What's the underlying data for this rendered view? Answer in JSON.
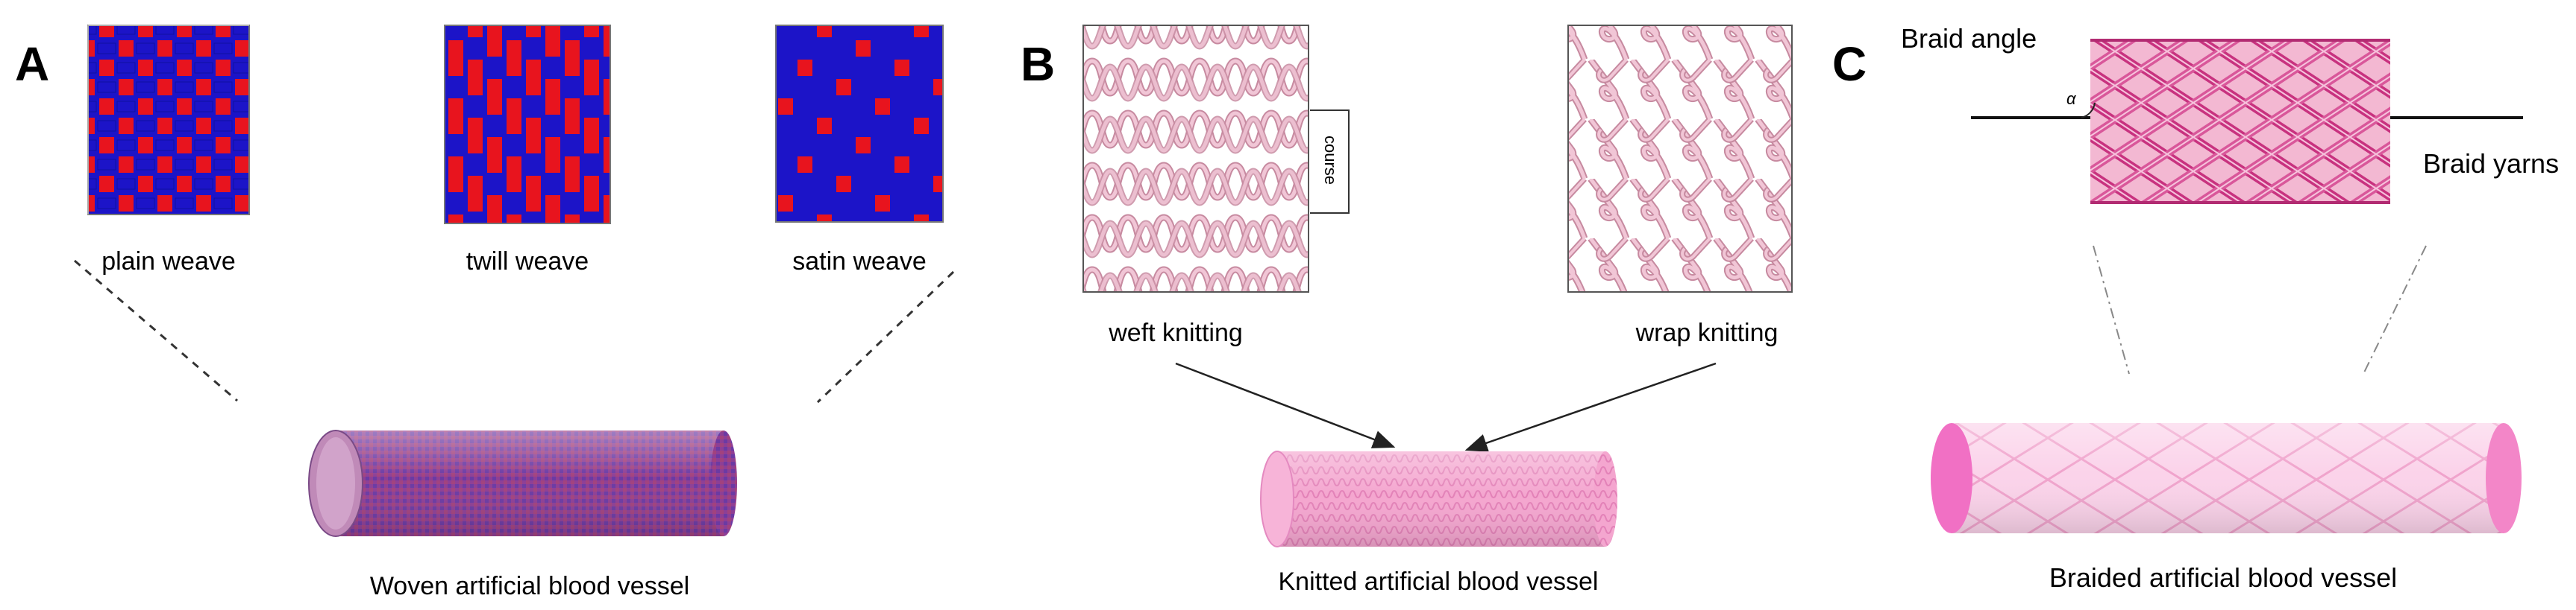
{
  "panels": {
    "a": {
      "letter": "A",
      "weaves": [
        {
          "label": "plain weave"
        },
        {
          "label": "twill weave"
        },
        {
          "label": "satin weave"
        }
      ],
      "vessel_label": "Woven artificial blood vessel"
    },
    "b": {
      "letter": "B",
      "course_label": "course",
      "weft_label": "weft knitting",
      "warp_label": "wrap knitting",
      "vessel_label": "Knitted artificial blood vessel"
    },
    "c": {
      "letter": "C",
      "angle_label": "Braid angle",
      "alpha_label": "α",
      "yarn_label": "Braid yarns",
      "vessel_label": "Braided  artificial blood vessel"
    }
  },
  "colors": {
    "weave_red": "#e8141e",
    "weave_blue": "#1c14c8",
    "yarn_pink": "#e2a0b8",
    "braid_magenta": "#c8327f",
    "vessel_pink": "#f29ccb",
    "woven_vessel": "#7b3a9a"
  }
}
